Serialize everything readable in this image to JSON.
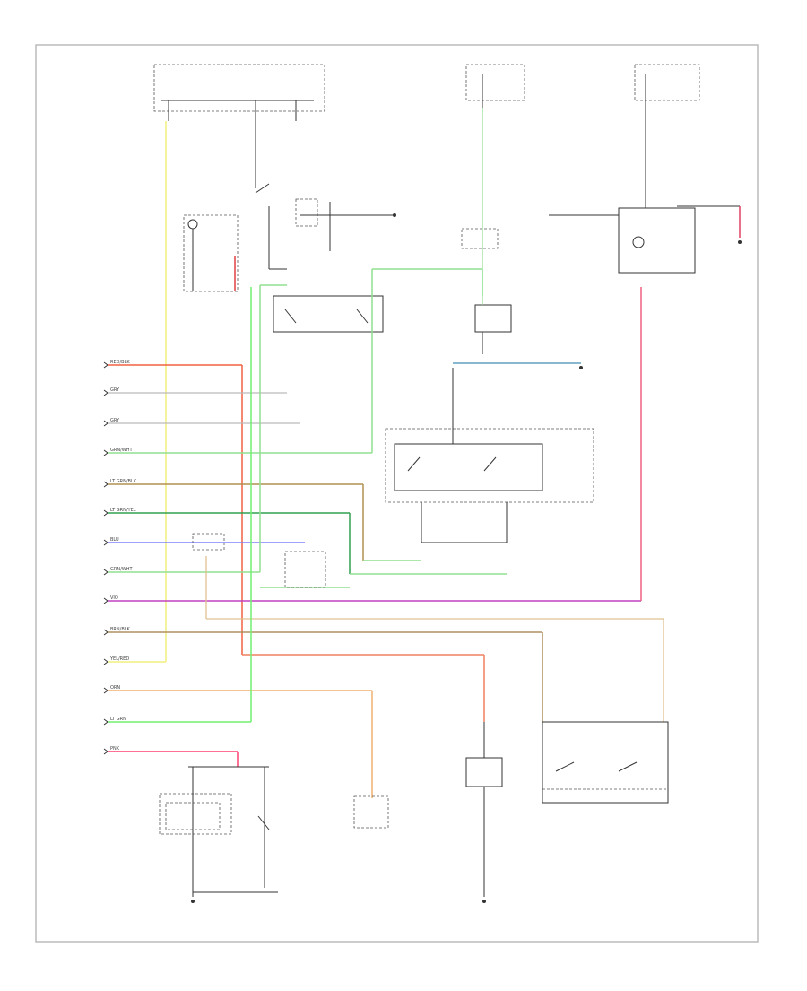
{
  "diagram": {
    "figure_id": "",
    "left_terminals": [
      {
        "wire": "RED/BLK",
        "color": "#f06040"
      },
      {
        "wire": "GRY",
        "color": "#999999"
      },
      {
        "wire": "GRY",
        "color": "#999999"
      },
      {
        "wire": "GRN/WHT",
        "color": "#60d040"
      },
      {
        "wire": "LT GRN/BLK",
        "color": "#b09050"
      },
      {
        "wire": "LT GRN/YEL",
        "color": "#20a040"
      },
      {
        "wire": "BLU",
        "color": "#8080ff"
      },
      {
        "wire": "GRN/WHT",
        "color": "#60d040"
      },
      {
        "wire": "VIO",
        "color": "#c040c0"
      },
      {
        "wire": "BRN/BLK",
        "color": "#b09060"
      },
      {
        "wire": "YEL/RED",
        "color": "#f0e060"
      },
      {
        "wire": "ORN",
        "color": "#f0a050"
      },
      {
        "wire": "LT GRN",
        "color": "#70f070"
      },
      {
        "wire": "PNK",
        "color": "#ff4070"
      }
    ]
  }
}
